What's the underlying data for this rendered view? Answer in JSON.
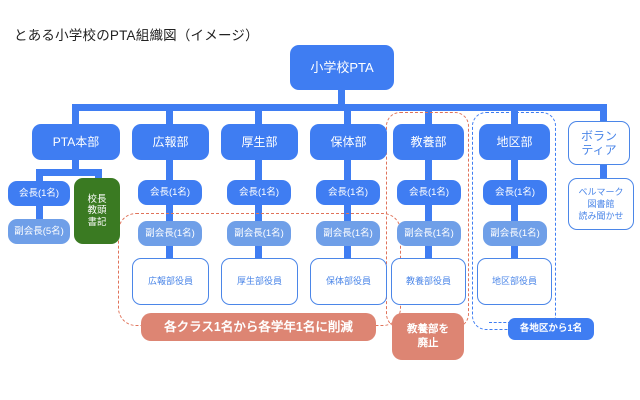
{
  "title": "とある小学校のPTA組織図（イメージ）",
  "colors": {
    "primary_blue": "#3f7df2",
    "light_blue": "#6f9fe8",
    "white_box_border": "#4b86e8",
    "green": "#3a7a22",
    "salmon": "#dd8573",
    "dashed_orange": "#e0735a",
    "dashed_blue": "#3f7df2",
    "background": "#ffffff",
    "text_dark": "#222222"
  },
  "root": {
    "label": "小学校PTA"
  },
  "departments": [
    {
      "key": "honbu",
      "label": "PTA本部",
      "chair": "会長(1名)",
      "vice": "副会長(5名)",
      "staff_box": [
        "校長",
        "教頭",
        "書記"
      ],
      "members": null
    },
    {
      "key": "kouhou",
      "label": "広報部",
      "chair": "会長(1名)",
      "vice": "副会長(1名)",
      "members": "広報部役員"
    },
    {
      "key": "kousei",
      "label": "厚生部",
      "chair": "会長(1名)",
      "vice": "副会長(1名)",
      "members": "厚生部役員"
    },
    {
      "key": "hotai",
      "label": "保体部",
      "chair": "会長(1名)",
      "vice": "副会長(1名)",
      "members": "保体部役員"
    },
    {
      "key": "kyouyou",
      "label": "教養部",
      "chair": "会長(1名)",
      "vice": "副会長(1名)",
      "members": "教養部役員"
    },
    {
      "key": "chiku",
      "label": "地区部",
      "chair": "会長(1名)",
      "vice": "副会長(1名)",
      "members": "地区部役員"
    },
    {
      "key": "volunteer",
      "label": [
        "ボラン",
        "ティア"
      ],
      "detail": [
        "ベルマーク",
        "図書館",
        "読み聞かせ"
      ]
    }
  ],
  "labels": {
    "volunteer_line1": "ボラン",
    "volunteer_line2": "ティア",
    "volunteer_detail1": "ベルマーク",
    "volunteer_detail2": "図書館",
    "volunteer_detail3": "読み聞かせ",
    "green1": "校長",
    "green2": "教頭",
    "green3": "書記"
  },
  "annotations": [
    {
      "key": "reduce-members",
      "text": "各クラス1名から各学年1名に削減",
      "style": "salmon",
      "scope": "広報部・厚生部・保体部"
    },
    {
      "key": "abolish-kyouyou",
      "line1": "教養部を",
      "line2": "廃止",
      "style": "salmon",
      "scope": "教養部"
    },
    {
      "key": "one-per-district",
      "text": "各地区から1名",
      "style": "blue-pill",
      "scope": "地区部"
    }
  ]
}
